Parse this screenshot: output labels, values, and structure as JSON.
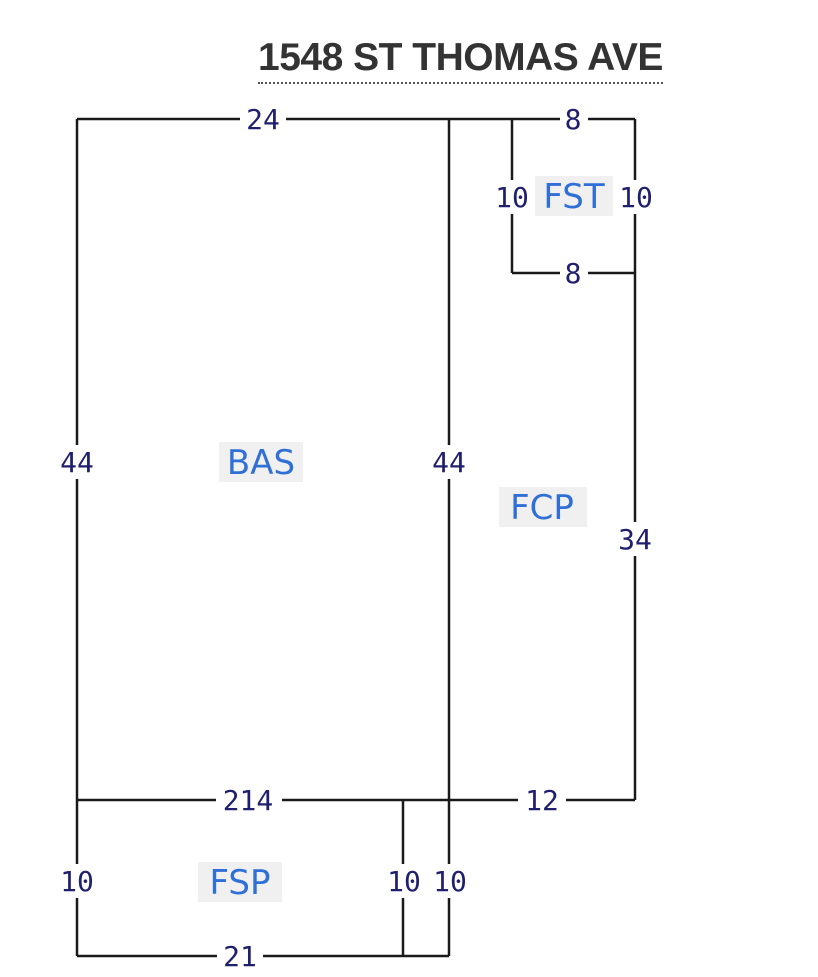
{
  "header": {
    "address": "1548 ST THOMAS AVE"
  },
  "areas": {
    "bas": "BAS",
    "fcp": "FCP",
    "fst": "FST",
    "fsp": "FSP"
  },
  "dimensions": {
    "bas_top": "24",
    "bas_left": "44",
    "bas_right": "44",
    "bas_bottom": "214",
    "fst_top": "8",
    "fst_left": "10",
    "fst_right": "10",
    "fst_bottom": "8",
    "fcp_right": "34",
    "fcp_bottom": "12",
    "fsp_left": "10",
    "fsp_right_inner": "10",
    "fsp_right_outer": "10",
    "fsp_bottom": "21"
  }
}
